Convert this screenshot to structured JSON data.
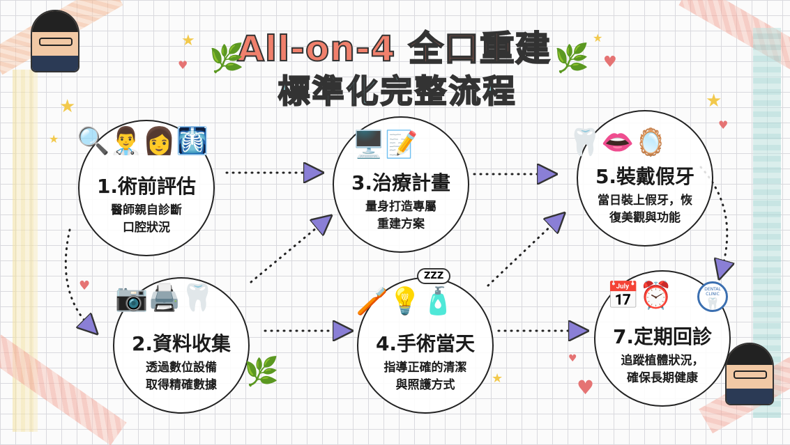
{
  "title": {
    "line1": "All-on-4 全口重建",
    "line2": "標準化完整流程"
  },
  "steps": [
    {
      "num": "1.術前評估",
      "desc1": "醫師親自診斷",
      "desc2": "口腔狀況",
      "icons": "🔍👨‍⚕️👩🩻"
    },
    {
      "num": "2.資料收集",
      "desc1": "透過數位設備",
      "desc2": "取得精確數據",
      "icons": "📷🖨️🦷"
    },
    {
      "num": "3.治療計畫",
      "desc1": "量身打造專屬",
      "desc2": "重建方案",
      "icons": "🖥️📝"
    },
    {
      "num": "4.手術當天",
      "desc1": "指導正確的清潔",
      "desc2": "與照護方式",
      "icons": "🪥💡🧴"
    },
    {
      "num": "5.裝戴假牙",
      "desc1": "當日裝上假牙，恢",
      "desc2": "復美觀與功能",
      "icons": "🦷👄🪞"
    },
    {
      "num": "7.定期回診",
      "desc1": "追蹤植體狀況，",
      "desc2": "確保長期健康",
      "icons": "📅⏰"
    }
  ],
  "badge": "DENTAL CLINIC",
  "sleep_text": "ZZZ",
  "colors": {
    "title": "#f0806c",
    "subtitle": "#8ccbd0",
    "arrow": "#8a7fd6"
  }
}
